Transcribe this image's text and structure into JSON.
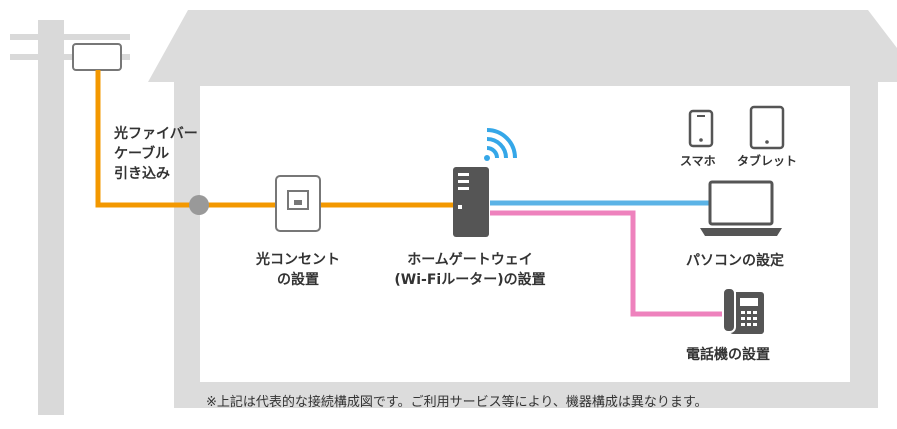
{
  "labels": {
    "fiber_drop": [
      "光ファイバー",
      "ケーブル",
      "引き込み"
    ],
    "optical_outlet": [
      "光コンセント",
      "の設置"
    ],
    "home_gateway": [
      "ホームゲートウェイ",
      "(Wi-Fiルーター)の設置"
    ],
    "smartphone": "スマホ",
    "tablet": "タブレット",
    "pc": "パソコンの設定",
    "phone": "電話機の設置"
  },
  "footnote": "※上記は代表的な接続構成図です。ご利用サービス等により、機器構成は異なります。",
  "colors": {
    "house": "#dcdcdc",
    "pole": "#d9d9d9",
    "fiber": "#f39800",
    "lan": "#5bb3e6",
    "phone_line": "#ee82bd",
    "device": "#555555",
    "wifi": "#35a7e8",
    "text": "#333333"
  },
  "icons": [
    "wifi-icon",
    "smartphone-icon",
    "tablet-icon",
    "laptop-icon",
    "telephone-icon",
    "router-icon",
    "outlet-icon"
  ]
}
